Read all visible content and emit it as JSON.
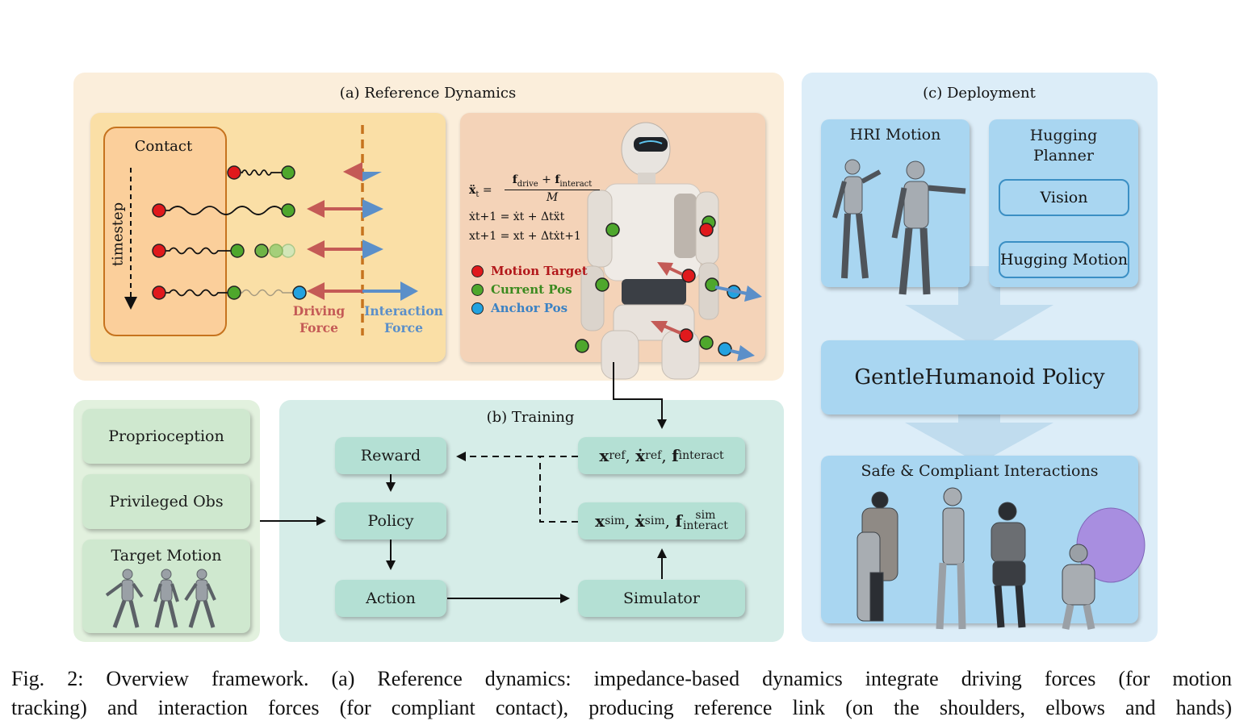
{
  "reference_dynamics": {
    "title": "(a) Reference Dynamics",
    "contact_label": "Contact",
    "timestep_label": "timestep",
    "driving_force_label": [
      "Driving",
      "Force"
    ],
    "interaction_force_label": [
      "Interaction",
      "Force"
    ],
    "formula": {
      "line1_lhs": "ẍ",
      "line1_sub": "t",
      "num1": "f",
      "num1_sub": "drive",
      "num2": "f",
      "num2_sub": "interact",
      "den": "M",
      "line2": "ẋt+1 = ẋt + Δtẍt",
      "line3": "xt+1 = xt + Δtẋt+1"
    },
    "legend": [
      {
        "label": "Motion Target",
        "color": "#e0191c",
        "text_color": "#b2171a"
      },
      {
        "label": "Current Pos",
        "color": "#4ea72c",
        "text_color": "#3b8a1f"
      },
      {
        "label": "Anchor Pos",
        "color": "#23a2e0",
        "text_color": "#3b82c4"
      }
    ]
  },
  "inputs": {
    "items": [
      "Proprioception",
      "Privileged Obs",
      "Target Motion"
    ]
  },
  "training": {
    "title": "(b) Training",
    "reward": "Reward",
    "policy": "Policy",
    "action": "Action",
    "simulator": "Simulator",
    "ref_vars": {
      "x": "x",
      "sup": "ref",
      "f": "f",
      "f_sub": "interact"
    },
    "sim_vars": {
      "x": "x",
      "sup": "sim",
      "f": "f",
      "f_sub": "interact"
    }
  },
  "deployment": {
    "title": "(c) Deployment",
    "hri_motion": "HRI Motion",
    "hugging_planner": [
      "Hugging",
      "Planner"
    ],
    "vision": "Vision",
    "hugging_motion": "Hugging Motion",
    "policy": "GentleHumanoid Policy",
    "safe": "Safe & Compliant Interactions"
  },
  "caption": {
    "line1": "Fig. 2: Overview framework. (a) Reference dynamics: impedance-based dynamics integrate driving forces (for motion",
    "line2": "tracking) and interaction forces (for compliant contact), producing reference link (on the shoulders, elbows and hands)"
  },
  "colors": {
    "panel_a": "#fbeedb",
    "panel_b": "#d6ede8",
    "panel_c": "#dcedf8",
    "panel_inputs": "#e2f1de",
    "driving": "#c45a56",
    "interaction": "#5b8fc9",
    "dash": "#c6731e"
  }
}
